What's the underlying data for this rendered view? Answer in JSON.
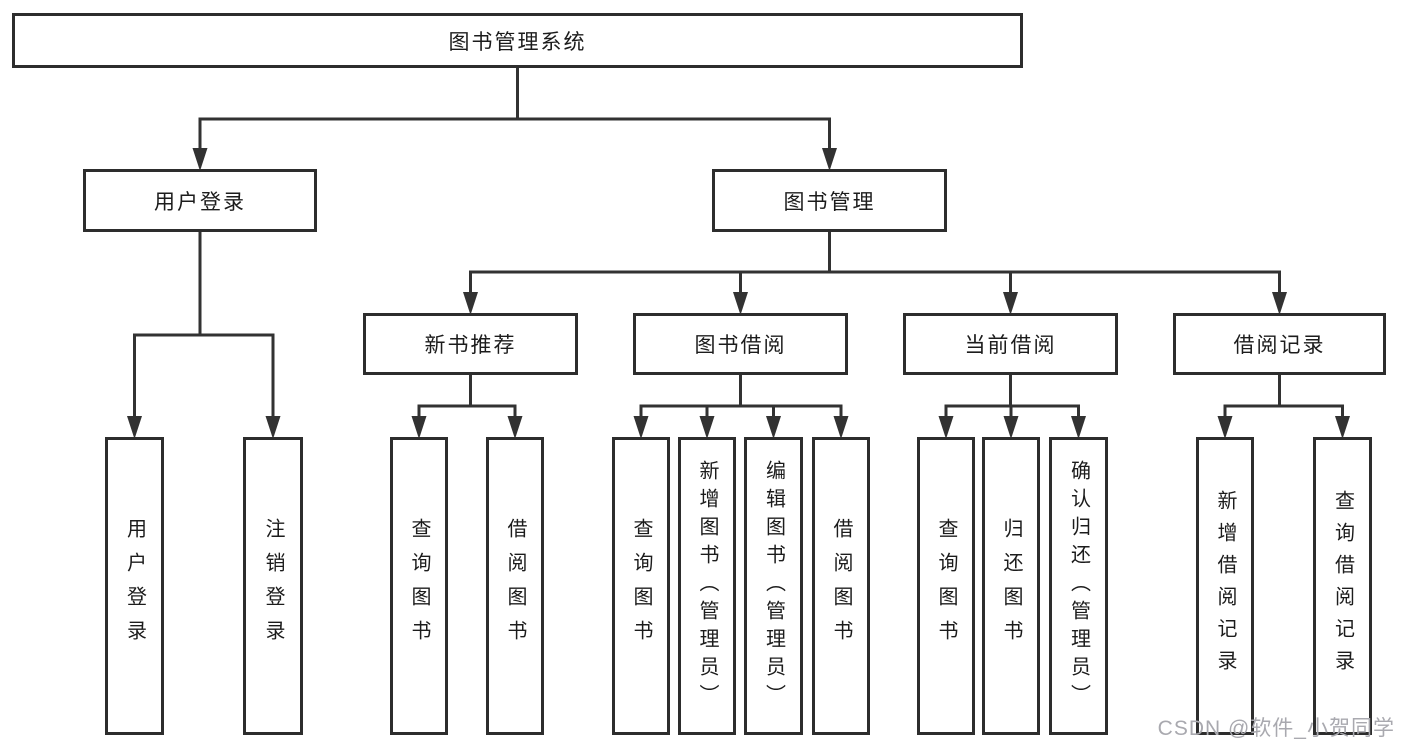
{
  "diagram": {
    "title": "图书管理系统",
    "colors": {
      "line": "#323232",
      "border": "#2d2d2d",
      "text": "#1c1c1c",
      "watermark": "#a9a9af",
      "background": "#ffffff"
    },
    "nodes": [
      {
        "id": "library-system",
        "label": "图书管理系统"
      },
      {
        "id": "user-login",
        "label": "用户登录"
      },
      {
        "id": "book-management",
        "label": "图书管理"
      },
      {
        "id": "new-book-recommend",
        "label": "新书推荐"
      },
      {
        "id": "book-borrowing",
        "label": "图书借阅"
      },
      {
        "id": "current-borrowing",
        "label": "当前借阅"
      },
      {
        "id": "borrowing-records",
        "label": "借阅记录"
      },
      {
        "id": "leaf-user-login",
        "label": "用户登录"
      },
      {
        "id": "leaf-logout",
        "label": "注销登录"
      },
      {
        "id": "leaf-nb-query",
        "label": "查询图书"
      },
      {
        "id": "leaf-nb-borrow",
        "label": "借阅图书"
      },
      {
        "id": "leaf-bb-query",
        "label": "查询图书"
      },
      {
        "id": "leaf-bb-add",
        "label": "新增图书（管理员）"
      },
      {
        "id": "leaf-bb-edit",
        "label": "编辑图书（管理员）"
      },
      {
        "id": "leaf-bb-borrow",
        "label": "借阅图书"
      },
      {
        "id": "leaf-cb-query",
        "label": "查询图书"
      },
      {
        "id": "leaf-cb-return",
        "label": "归还图书"
      },
      {
        "id": "leaf-cb-confirm",
        "label": "确认归还（管理员）"
      },
      {
        "id": "leaf-br-add",
        "label": "新增借阅记录"
      },
      {
        "id": "leaf-br-query",
        "label": "查询借阅记录"
      }
    ],
    "edges": [
      {
        "from": "library-system",
        "to": [
          "user-login",
          "book-management"
        ]
      },
      {
        "from": "user-login",
        "to": [
          "leaf-user-login",
          "leaf-logout"
        ]
      },
      {
        "from": "book-management",
        "to": [
          "new-book-recommend",
          "book-borrowing",
          "current-borrowing",
          "borrowing-records"
        ]
      },
      {
        "from": "new-book-recommend",
        "to": [
          "leaf-nb-query",
          "leaf-nb-borrow"
        ]
      },
      {
        "from": "book-borrowing",
        "to": [
          "leaf-bb-query",
          "leaf-bb-add",
          "leaf-bb-edit",
          "leaf-bb-borrow"
        ]
      },
      {
        "from": "current-borrowing",
        "to": [
          "leaf-cb-query",
          "leaf-cb-return",
          "leaf-cb-confirm"
        ]
      },
      {
        "from": "borrowing-records",
        "to": [
          "leaf-br-add",
          "leaf-br-query"
        ]
      }
    ]
  },
  "watermark": "CSDN @软件_小贺同学"
}
